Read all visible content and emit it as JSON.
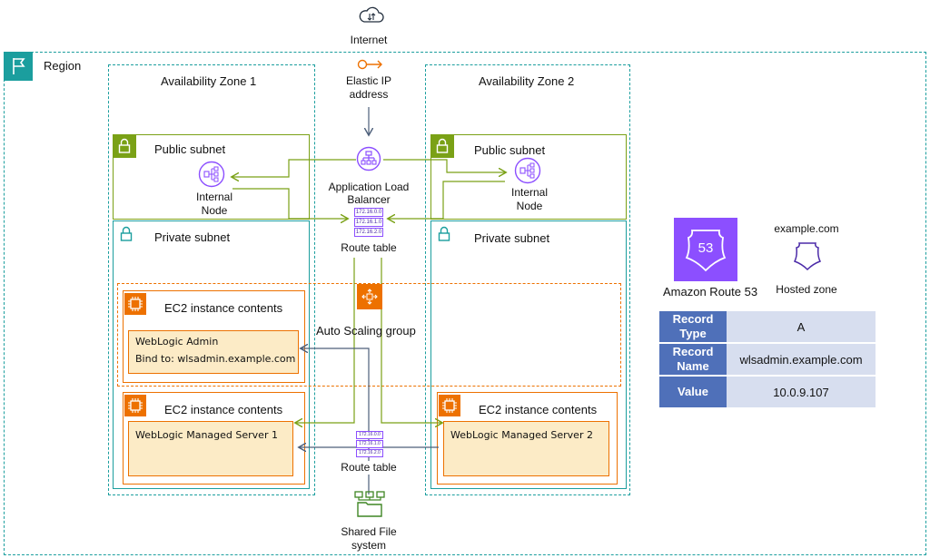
{
  "region": {
    "label": "Region"
  },
  "internet": {
    "label": "Internet"
  },
  "eip": {
    "line1": "Elastic IP",
    "line2": "address"
  },
  "az1": {
    "label": "Availability Zone 1"
  },
  "az2": {
    "label": "Availability Zone 2"
  },
  "public_subnet": {
    "label": "Public subnet"
  },
  "private_subnet": {
    "label": "Private subnet"
  },
  "internal_node": {
    "line1": "Internal",
    "line2": "Node"
  },
  "alb": {
    "line1": "Application Load",
    "line2": "Balancer"
  },
  "route_table": {
    "label": "Route table",
    "entries": [
      "172.16.0.0",
      "172.16.1.0",
      "172.16.2.0"
    ]
  },
  "asg": {
    "label": "Auto Scaling group"
  },
  "ec2": {
    "title": "EC2 instance contents"
  },
  "admin": {
    "line1": "WebLogic Admin",
    "line2": "Bind to: wlsadmin.example.com"
  },
  "managed1": {
    "label": "WebLogic Managed Server 1"
  },
  "managed2": {
    "label": "WebLogic Managed Server 2"
  },
  "shared_fs": {
    "line1": "Shared File",
    "line2": "system"
  },
  "route53": {
    "label": "Amazon Route 53",
    "badge": "53"
  },
  "hosted_zone": {
    "domain": "example.com",
    "label": "Hosted zone"
  },
  "dns_record": {
    "rows": [
      {
        "key_line1": "Record",
        "key_line2": "Type",
        "value": "A"
      },
      {
        "key_line1": "Record",
        "key_line2": "Name",
        "value": "wlsadmin.example.com"
      },
      {
        "key_line1": "Value",
        "key_line2": "",
        "value": "10.0.9.107"
      }
    ]
  },
  "colors": {
    "teal": "#1b9e9e",
    "green": "#7aa116",
    "orange": "#ed7100",
    "purple": "#8c4fff",
    "slate": "#4d5f7a",
    "record_key": "#4f70b9",
    "record_val": "#d7deef"
  }
}
